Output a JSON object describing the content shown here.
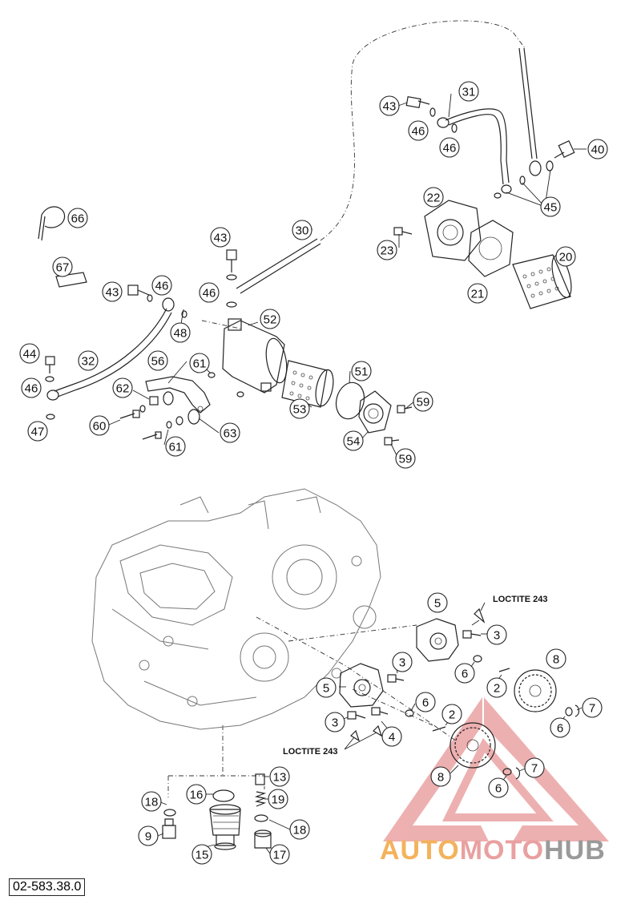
{
  "figure": {
    "reference_code": "02-583.38.0"
  },
  "notes": {
    "loctite_upper": "LOCTITE 243",
    "loctite_lower": "LOCTITE 243"
  },
  "watermark": {
    "part_a": "AUTO",
    "part_b": "MOTO",
    "part_c": "HUB",
    "colors": {
      "a": "#f3b25c",
      "b": "#e9a0a0",
      "c": "#9a9a9a",
      "triangle": "#e07070"
    }
  },
  "callouts": [
    "31",
    "43",
    "46",
    "46",
    "40",
    "45",
    "22",
    "23",
    "21",
    "20",
    "66",
    "67",
    "43",
    "30",
    "46",
    "43",
    "46",
    "48",
    "52",
    "44",
    "32",
    "46",
    "47",
    "56",
    "61",
    "62",
    "60",
    "51",
    "53",
    "61",
    "63",
    "59",
    "54",
    "59",
    "5",
    "3",
    "6",
    "8",
    "2",
    "3",
    "5",
    "6",
    "7",
    "2",
    "6",
    "3",
    "4",
    "8",
    "7",
    "6",
    "13",
    "18",
    "16",
    "19",
    "9",
    "18",
    "15",
    "17"
  ]
}
